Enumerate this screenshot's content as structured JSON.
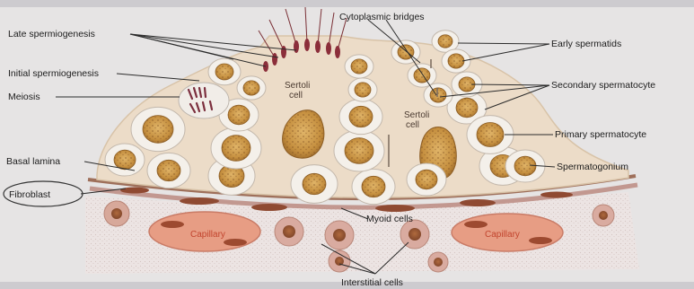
{
  "labels": {
    "late_spermiogenesis": "Late spermiogenesis",
    "initial_spermiogenesis": "Initial spermiogenesis",
    "meiosis": "Meiosis",
    "basal_lamina": "Basal lamina",
    "fibroblast": "Fibroblast",
    "cytoplasmic_bridges": "Cytoplasmic bridges",
    "early_spermatids": "Early spermatids",
    "secondary_spermatocyte": "Secondary spermatocyte",
    "primary_spermatocyte": "Primary spermatocyte",
    "spermatogonium": "Spermatogonium",
    "myoid_cells": "Myoid cells",
    "interstitial_cells": "Interstitial cells",
    "sertoli_1a": "Sertoli",
    "sertoli_1b": "cell",
    "sertoli_2a": "Sertoli",
    "sertoli_2b": "cell",
    "capillary_left": "Capillary",
    "capillary_right": "Capillary"
  },
  "colors": {
    "background": "#cfcdd0",
    "sertoli_cytoplasm": "#ecdcc8",
    "cell_membrane": "#f3efe8",
    "nucleus": "#c99a4a",
    "capillary": "#e9a389",
    "sperm_tail": "#7a2f35"
  }
}
